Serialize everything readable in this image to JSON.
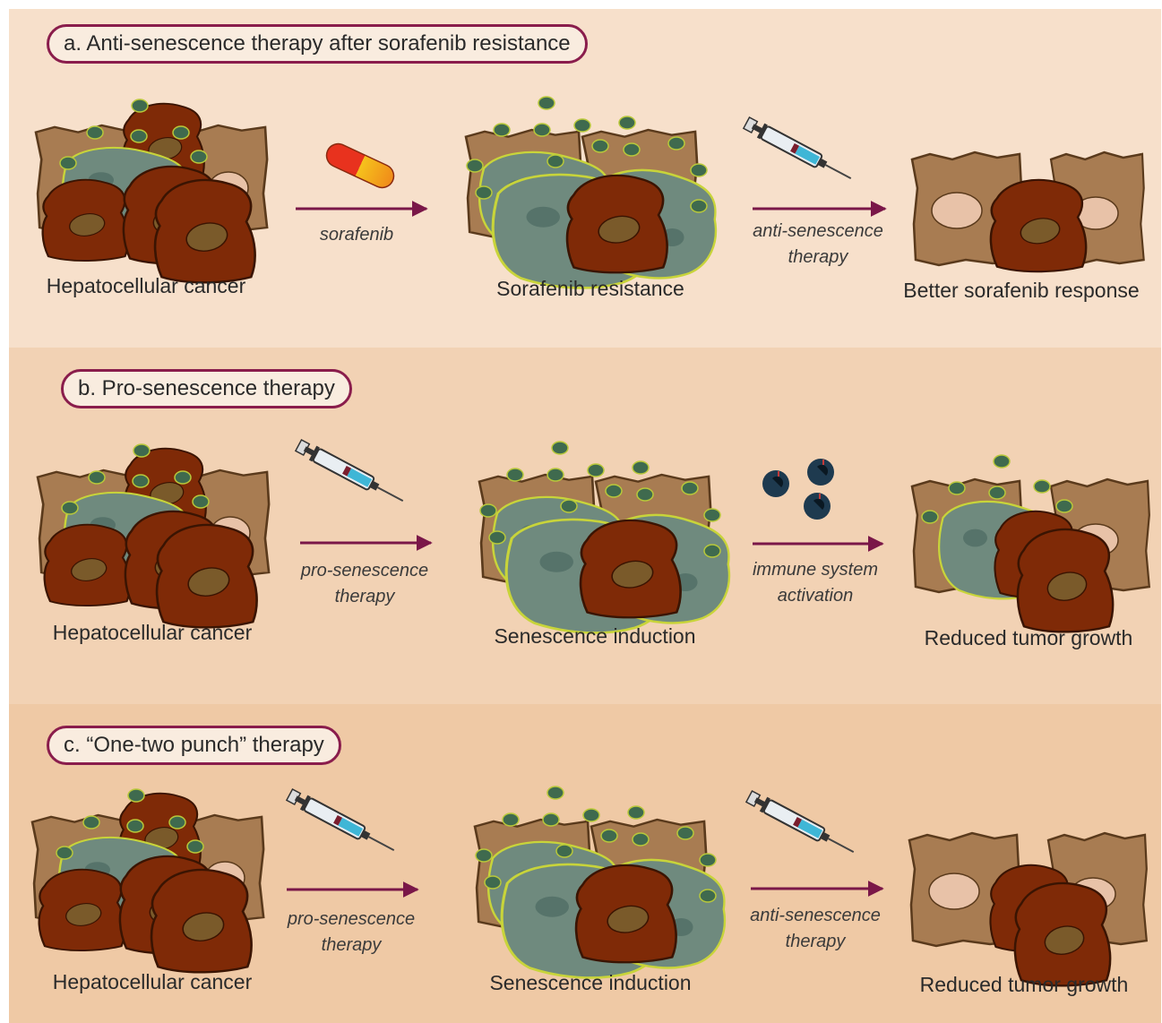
{
  "colors": {
    "panel_a_bg": "#f7e0cb",
    "panel_b_bg": "#f2d2b4",
    "panel_c_bg": "#efc9a5",
    "accent": "#8a1d4c",
    "tumor_cell": "#7f2a07",
    "hepatocyte": "#a87c52",
    "senescent_cell": "#6f8a7e",
    "sasp_dot": "#3f6a4e"
  },
  "panels": {
    "a": {
      "title": "a. Anti-senescence therapy after sorafenib resistance",
      "step1": "Hepatocellular cancer",
      "arrow1": "sorafenib",
      "step2": "Sorafenib resistance",
      "arrow2_line1": "anti-senescence",
      "arrow2_line2": "therapy",
      "step3": "Better sorafenib response"
    },
    "b": {
      "title": "b. Pro-senescence therapy",
      "step1": "Hepatocellular cancer",
      "arrow1_line1": "pro-senescence",
      "arrow1_line2": "therapy",
      "step2": "Senescence induction",
      "arrow2_line1": "immune system",
      "arrow2_line2": "activation",
      "step3": "Reduced tumor growth"
    },
    "c": {
      "title": "c. “One-two punch” therapy",
      "step1": "Hepatocellular cancer",
      "arrow1_line1": "pro-senescence",
      "arrow1_line2": "therapy",
      "step2": "Senescence induction",
      "arrow2_line1": "anti-senescence",
      "arrow2_line2": "therapy",
      "step3": "Reduced tumor growth"
    }
  },
  "icons": [
    "pill-icon",
    "syringe-icon",
    "immune-cell-icon",
    "arrow-icon",
    "cell-cluster"
  ]
}
